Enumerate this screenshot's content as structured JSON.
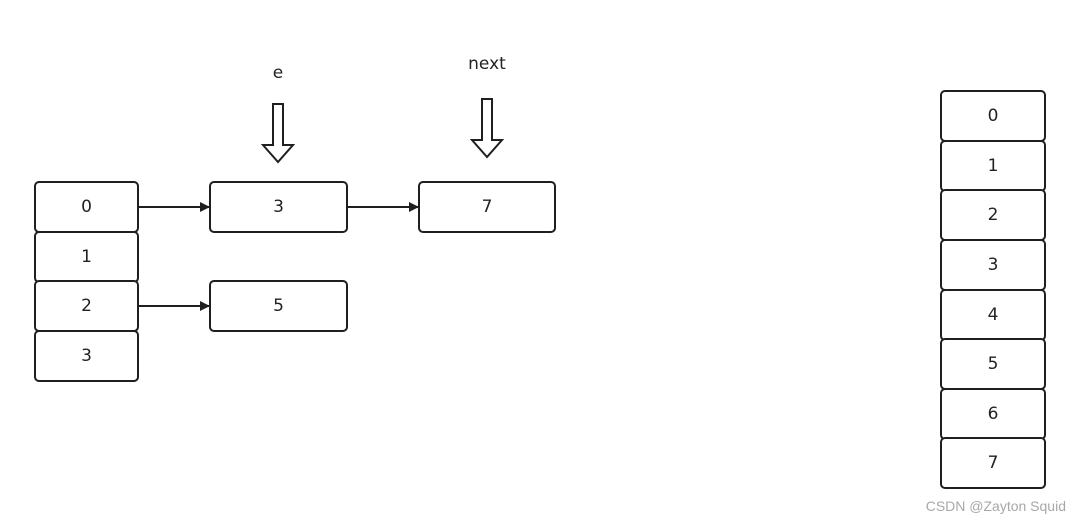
{
  "old_table": {
    "slots": [
      "0",
      "1",
      "2",
      "3"
    ]
  },
  "chains": {
    "slot0_first": "3",
    "slot0_second": "7",
    "slot2_first": "5"
  },
  "pointers": {
    "e_label": "e",
    "next_label": "next"
  },
  "new_table": {
    "slots": [
      "0",
      "1",
      "2",
      "3",
      "4",
      "5",
      "6",
      "7"
    ]
  },
  "watermark": "CSDN @Zayton Squid",
  "colors": {
    "stroke": "#1f1f1f",
    "text": "#222222",
    "watermark": "#a8a8a8"
  }
}
